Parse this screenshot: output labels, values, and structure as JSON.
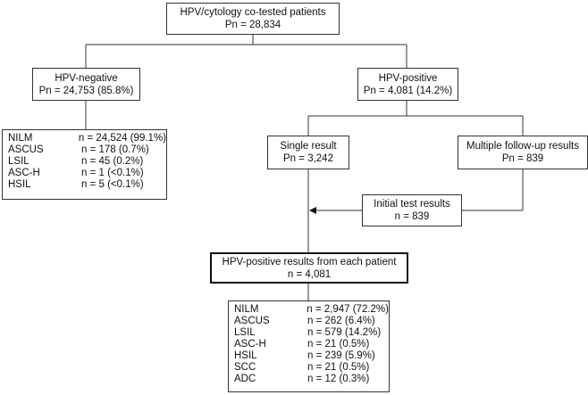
{
  "root": {
    "title": "HPV/cytology co-tested patients",
    "count": "Pn = 28,834"
  },
  "hpv_negative": {
    "title": "HPV-negative",
    "count": "Pn = 24,753 (85.8%)",
    "results": [
      {
        "label": "NILM",
        "value": "n = 24,524 (99.1%)"
      },
      {
        "label": "ASCUS",
        "value": "n = 178 (0.7%)"
      },
      {
        "label": "LSIL",
        "value": "n = 45 (0.2%)"
      },
      {
        "label": "ASC-H",
        "value": "n = 1 (<0.1%)"
      },
      {
        "label": "HSIL",
        "value": "n = 5 (<0.1%)"
      }
    ]
  },
  "hpv_positive": {
    "title": "HPV-positive",
    "count": "Pn = 4,081 (14.2%)"
  },
  "single_result": {
    "title": "Single result",
    "count": "Pn = 3,242"
  },
  "multiple_results": {
    "title": "Multiple follow-up results",
    "count": "Pn = 839"
  },
  "initial_results": {
    "title": "Initial test results",
    "count": "n = 839"
  },
  "each_patient": {
    "title": "HPV-positive results from each patient",
    "count": "n = 4,081",
    "results": [
      {
        "label": "NILM",
        "value": "n = 2,947 (72.2%)"
      },
      {
        "label": "ASCUS",
        "value": "n = 262 (6.4%)"
      },
      {
        "label": "LSIL",
        "value": "n = 579 (14.2%)"
      },
      {
        "label": "ASC-H",
        "value": "n = 21 (0.5%)"
      },
      {
        "label": "HSIL",
        "value": "n = 239 (5.9%)"
      },
      {
        "label": "SCC",
        "value": "n = 21 (0.5%)"
      },
      {
        "label": "ADC",
        "value": "n = 12 (0.3%)"
      }
    ]
  }
}
